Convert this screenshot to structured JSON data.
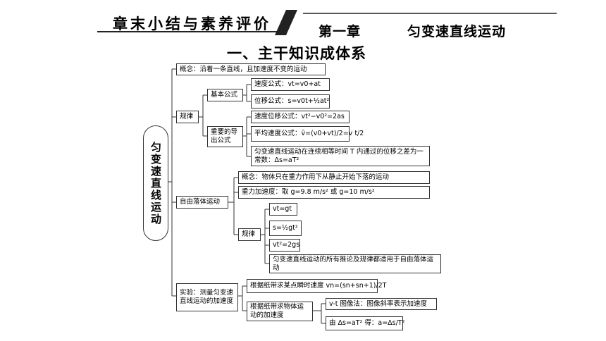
{
  "header": {
    "title": "章末小结与素养评价",
    "chapter": "第一章",
    "topic": "匀变速直线运动"
  },
  "section_title": "一、主干知识成体系",
  "root": "匀变速直线运动",
  "concept": "概念：沿着一条直线，且加速度不变的运动",
  "rules": {
    "label": "规律",
    "basic": {
      "label": "基本公式",
      "velocity": "速度公式：vt=v0+at",
      "displacement": "位移公式：s=v0t+½at²"
    },
    "derived": {
      "label": "重要的导出公式",
      "velocity_displacement": "速度位移公式：vt²−v0²=2as",
      "average_velocity": "平均速度公式：v̄=(v0+vt)/2=v t/2",
      "consecutive": "匀变速直线运动在连续相等时间 T 内通过的位移之差为一常数：Δs=aT²"
    }
  },
  "free_fall": {
    "label": "自由落体运动",
    "concept": "概念：物体只在重力作用下从静止开始下落的运动",
    "gravity": "重力加速度：取 g=9.8 m/s² 或 g=10 m/s²",
    "rules_label": "规律",
    "f1": "vt=gt",
    "f2": "s=½gt²",
    "f3": "vt²=2gs",
    "note": "匀变速直线运动的所有推论及规律都适用于自由落体运动"
  },
  "experiment": {
    "label": "实验：测量匀变速直线运动的加速度",
    "instant": "根据纸带求某点瞬时速度 vn=(sn+sn+1)/2T",
    "accel_label": "根据纸带求物体运动的加速度",
    "vt_graph": "v-t 图像法：图像斜率表示加速度",
    "delta": "由 Δs=aT² 得：a=Δs/T²"
  }
}
